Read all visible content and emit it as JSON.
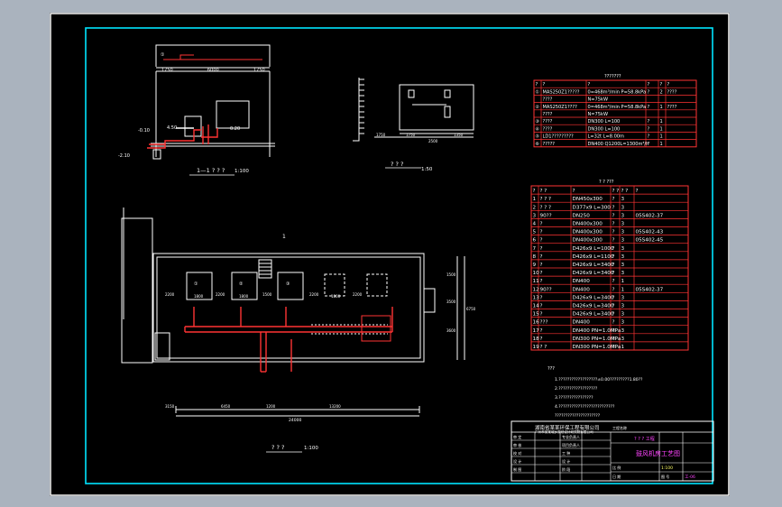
{
  "views": {
    "section_caption": "1—1 ? ? ?",
    "section_scale": "1:100",
    "detail_caption": "? ? ?",
    "detail_scale": "1:50",
    "plan_caption": "? ? ?",
    "plan_scale": "1:100",
    "plan_section_mark": "1"
  },
  "section_dims": {
    "top_left": "1750",
    "span": "6000",
    "top_right": "1750",
    "el_1": "-0.10",
    "el_2": "-2.10",
    "el_3": "0.20",
    "el_4": "4.50"
  },
  "plan_dims": {
    "d1": "2200",
    "d2": "1800",
    "d3": "2200",
    "d4": "1800",
    "d5": "1500",
    "d6": "2200",
    "d7": "1800",
    "d8": "2200",
    "total": "24000",
    "bottom_a": "3150",
    "bottom_b": "6450",
    "bottom_c": "1200",
    "bottom_d": "13200",
    "right_1": "1500",
    "right_2": "3500",
    "right_3": "3600",
    "right_total": "6750",
    "equipment": [
      "①",
      "②",
      "③"
    ]
  },
  "table1": {
    "title": "???????",
    "header": [
      "?",
      "?",
      "?",
      "?",
      "?",
      "?"
    ],
    "rows": [
      [
        "①",
        "MAS250Z1?????",
        "0=468m³/min  P=58.8kPa",
        "?",
        "2",
        "????"
      ],
      [
        "",
        "????",
        "N=75kW",
        "",
        "",
        ""
      ],
      [
        "②",
        "MAS250Z1????",
        "0=468m³/min  P=58.8kPa",
        "?",
        "1",
        "????"
      ],
      [
        "",
        "????",
        "N=75kW",
        "",
        "",
        ""
      ],
      [
        "③",
        "????",
        "DN300    L=100",
        "?",
        "1",
        ""
      ],
      [
        "④",
        "????",
        "DN300    L=100",
        "?",
        "1",
        ""
      ],
      [
        "⑤",
        "LD1?????????",
        "L=32t    L=8.00m",
        "?",
        "1",
        ""
      ],
      [
        "⑥",
        "?????",
        "DN400 Q1200L=1300m³/h",
        "?",
        "1",
        ""
      ]
    ]
  },
  "table2": {
    "title": "? ? ???",
    "header": [
      "?",
      "? ?",
      "?",
      "? ?",
      "? ?",
      "?"
    ],
    "rows": [
      [
        "1",
        "? ? ?",
        "DN450x300",
        "?",
        "3",
        ""
      ],
      [
        "2",
        "? ? ?",
        "D377x9    L=300",
        "?",
        "3",
        ""
      ],
      [
        "3",
        "90??",
        "DN250",
        "?",
        "3",
        "05S402-37"
      ],
      [
        "4",
        "?",
        "DN400x300",
        "?",
        "3",
        ""
      ],
      [
        "5",
        "?",
        "DN400x300",
        "?",
        "3",
        "05S402-43"
      ],
      [
        "6",
        "?",
        "DN400x300",
        "?",
        "3",
        "05S402-45"
      ],
      [
        "7",
        "?",
        "D426x9    L=1000",
        "?",
        "3",
        ""
      ],
      [
        "8",
        "?",
        "D426x9    L=1100",
        "?",
        "3",
        ""
      ],
      [
        "9",
        "?",
        "D426x9    L=3400",
        "?",
        "3",
        ""
      ],
      [
        "10",
        "?",
        "D426x9    L=3400",
        "?",
        "3",
        ""
      ],
      [
        "11",
        "?",
        "DN400",
        "?",
        "1",
        ""
      ],
      [
        "12",
        "90??",
        "DN400",
        "?",
        "1",
        "05S402-37"
      ],
      [
        "13",
        "?",
        "D426x9    L=3400",
        "?",
        "3",
        ""
      ],
      [
        "14",
        "?",
        "D426x9    L=3400",
        "?",
        "3",
        ""
      ],
      [
        "15",
        "?",
        "D426x9    L=3400",
        "?",
        "3",
        ""
      ],
      [
        "16",
        "???",
        "DN400",
        "?",
        "3",
        ""
      ],
      [
        "17",
        "?",
        "DN400 PN=1.0MPa",
        "?",
        "3",
        ""
      ],
      [
        "18",
        "?",
        "DN300 PN=1.0MPa",
        "?",
        "3",
        ""
      ],
      [
        "19",
        "? ?",
        "DN300 PN=1.0MPa",
        "?",
        "1",
        ""
      ]
    ]
  },
  "notes": {
    "title": "???",
    "items": [
      "1.??????????????????±0.00?????????1.80??",
      "2.??????????????????",
      "3.????????????????",
      "4.??????????????????????????",
      "?????????????????????"
    ]
  },
  "title_block": {
    "company": "湖南省某某环保工程有限公司",
    "company_sub": "广州市某某城乡规划设计研究院有限公司",
    "stage_label": "工程名称",
    "stage_value": "? ? ?  工程",
    "drawing_title": "鼓风机房工艺图",
    "scale_label": "比 例",
    "scale_value": "1:100",
    "date_label": "日 期",
    "sheet_label": "图 号",
    "sheet_value": "工-06",
    "rows": [
      "审 定",
      "审 核",
      "校 对",
      "设 计",
      "制 图"
    ],
    "col2": [
      "专业负责人",
      "项目负责人",
      "工 种",
      "设 计",
      "阶 段"
    ]
  }
}
